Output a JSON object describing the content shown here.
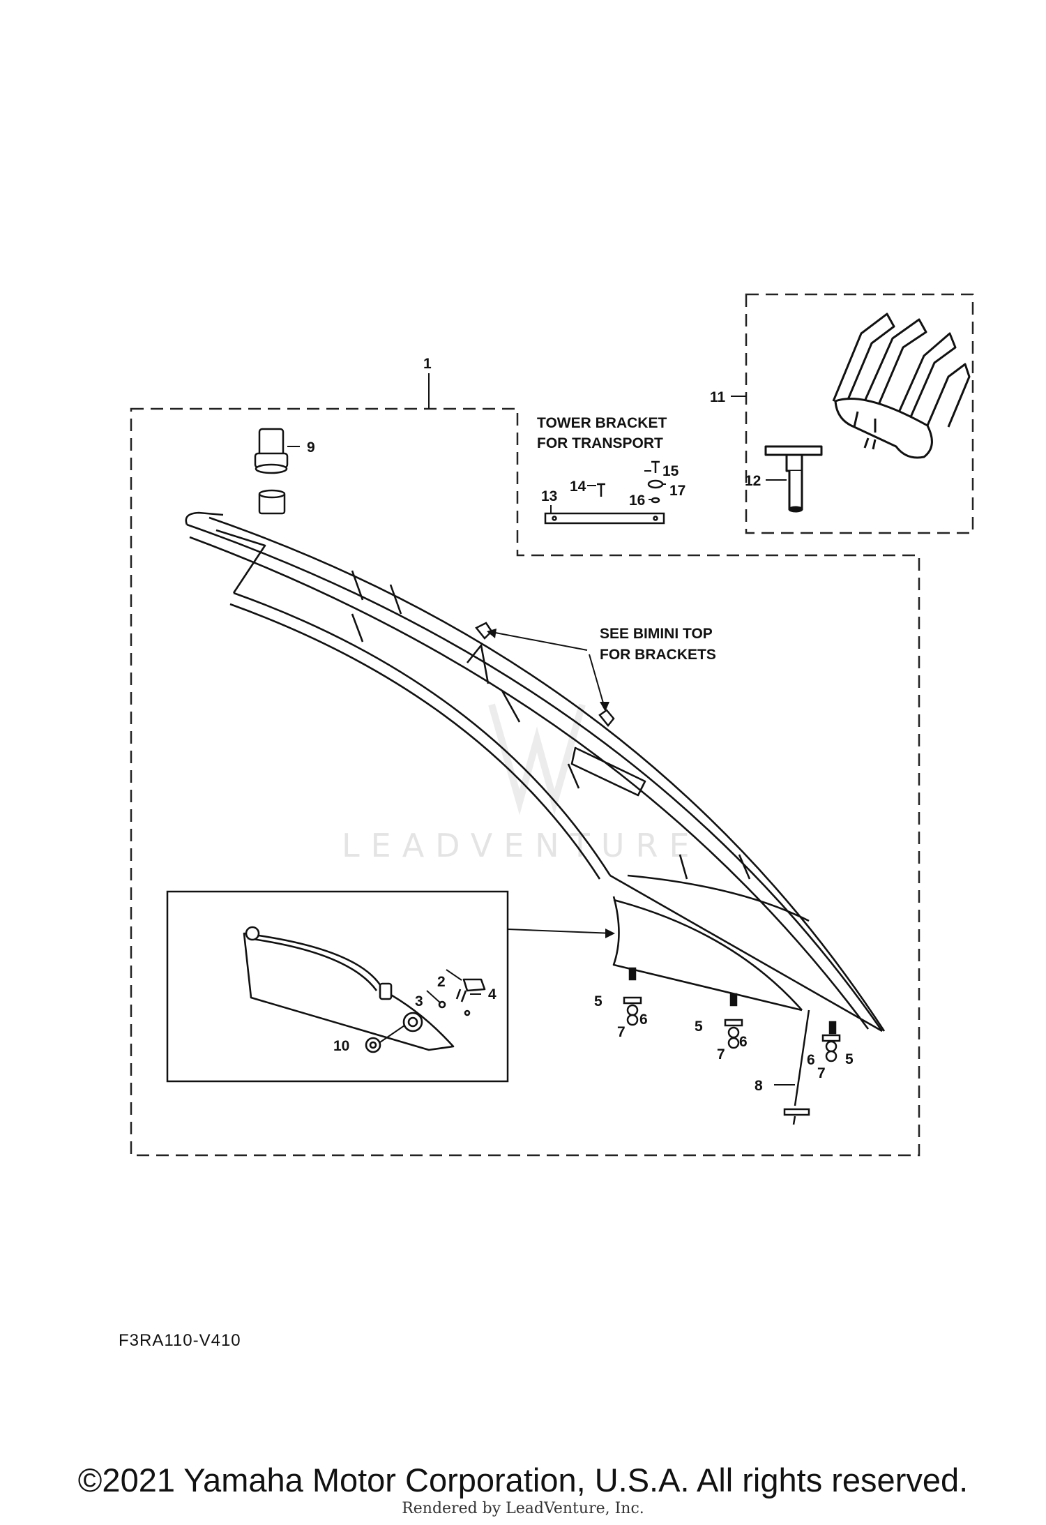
{
  "callouts": {
    "c1": "1",
    "c2": "2",
    "c3": "3",
    "c4": "4",
    "c5a": "5",
    "c5b": "5",
    "c5c": "5",
    "c6a": "6",
    "c6b": "6",
    "c6c": "6",
    "c7a": "7",
    "c7b": "7",
    "c7c": "7",
    "c8": "8",
    "c9": "9",
    "c10": "10",
    "c11": "11",
    "c12": "12",
    "c13": "13",
    "c14": "14",
    "c15": "15",
    "c16": "16",
    "c17": "17"
  },
  "notes": {
    "tower_bracket_1": "TOWER BRACKET",
    "tower_bracket_2": "FOR TRANSPORT",
    "bimini_1": "SEE BIMINI TOP",
    "bimini_2": "FOR BRACKETS"
  },
  "watermark": "LEADVENTURE",
  "diagram_code": "F3RA110-V410",
  "copyright": "©2021 Yamaha Motor Corporation, U.S.A. All rights reserved.",
  "rendered_by": "Rendered by LeadVenture, Inc."
}
